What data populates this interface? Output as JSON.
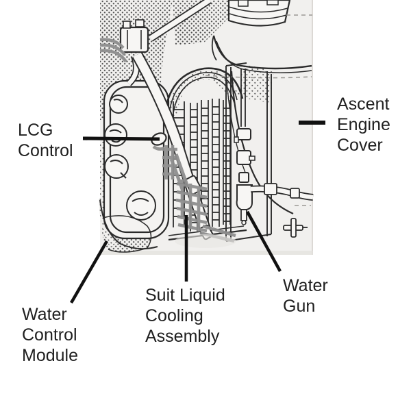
{
  "figure": {
    "description": "Scanned line drawing of Lunar Module cabin interior showing environmental control system hardware",
    "scan_background": "#f1f0ee",
    "ink_color": "#2b2b2b",
    "highlight_color": "#8f8f8f",
    "label_color": "#1f1f1f"
  },
  "labels": {
    "lcg_control": "LCG Control",
    "ascent_engine_cover": "Ascent Engine Cover",
    "water_control_module": "Water Control Module",
    "suit_liquid_cooling_assembly": "Suit Liquid Cooling Assembly",
    "water_gun": "Water Gun"
  }
}
